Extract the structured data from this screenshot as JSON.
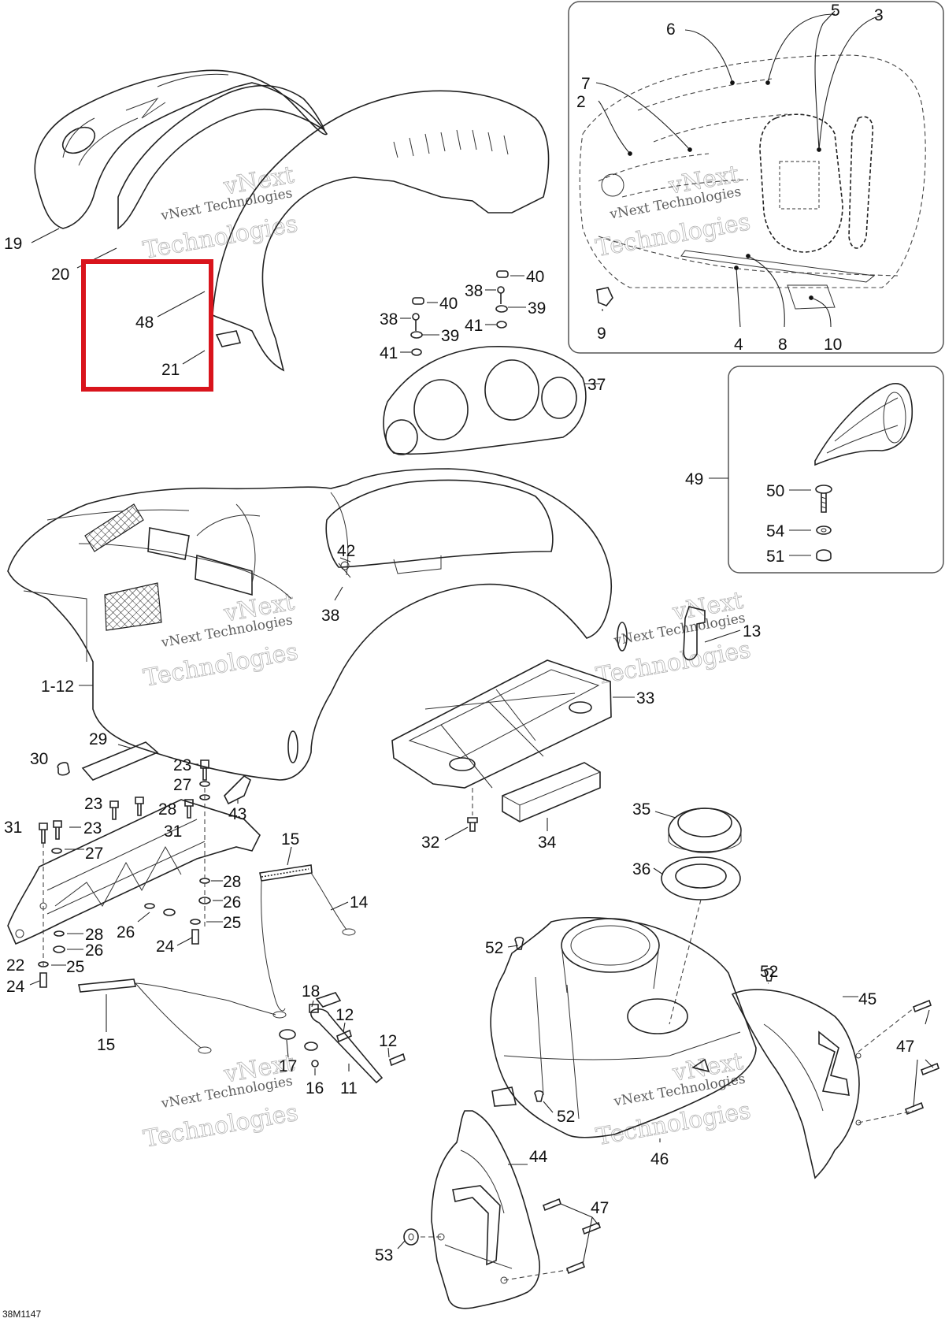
{
  "diagram": {
    "drawing_code": "38M1147",
    "highlight_color": "#d9141c",
    "watermark": {
      "line1": "vNext Technologies",
      "line2": "vNext",
      "line3": "Technologies"
    },
    "callouts": {
      "c19": "19",
      "c20": "20",
      "c48": "48",
      "c21": "21",
      "c6": "6",
      "c5": "5",
      "c3": "3",
      "c7": "7",
      "c2": "2",
      "c9": "9",
      "c4": "4",
      "c8": "8",
      "c10": "10",
      "c38a": "38",
      "c40a": "40",
      "c39a": "39",
      "c41a": "41",
      "c38b": "38",
      "c40b": "40",
      "c39b": "39",
      "c41b": "41",
      "c37": "37",
      "c49": "49",
      "c50": "50",
      "c54": "54",
      "c51": "51",
      "c42": "42",
      "c38c": "38",
      "c112": "1-12",
      "c13": "13",
      "c33": "33",
      "c29": "29",
      "c30": "30",
      "c23a": "23",
      "c27a": "27",
      "c43": "43",
      "c23b": "23",
      "c28a": "28",
      "c31a": "31",
      "c23c": "23",
      "c31b": "31",
      "c27b": "27",
      "c32": "32",
      "c34": "34",
      "c15a": "15",
      "c35": "35",
      "c36": "36",
      "c28b": "28",
      "c26a": "26",
      "c25a": "25",
      "c14": "14",
      "c26b": "26",
      "c28c": "28",
      "c24a": "24",
      "c26c": "26",
      "c22": "22",
      "c25b": "25",
      "c24b": "24",
      "c52a": "52",
      "c52b": "52",
      "c45": "45",
      "c18": "18",
      "c12a": "12",
      "c15b": "15",
      "c12b": "12",
      "c47a": "47",
      "c17": "17",
      "c16": "16",
      "c11": "11",
      "c52c": "52",
      "c46": "46",
      "c44": "44",
      "c47b": "47",
      "c53": "53"
    }
  }
}
